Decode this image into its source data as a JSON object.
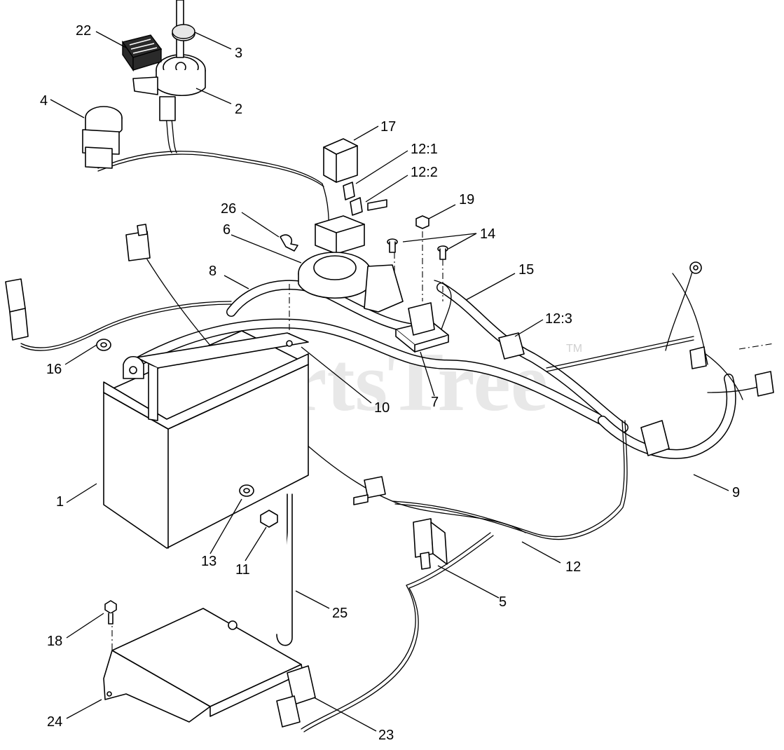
{
  "watermark": {
    "text": "PartsTree",
    "mark": "TM"
  },
  "callouts": {
    "c1": "1",
    "c2": "2",
    "c3": "3",
    "c4": "4",
    "c5": "5",
    "c6": "6",
    "c7": "7",
    "c8": "8",
    "c9": "9",
    "c10": "10",
    "c11": "11",
    "c12": "12",
    "c12_1": "12:1",
    "c12_2": "12:2",
    "c12_3": "12:3",
    "c13": "13",
    "c14": "14",
    "c15": "15",
    "c16": "16",
    "c17": "17",
    "c18": "18",
    "c19": "19",
    "c22": "22",
    "c23": "23",
    "c24": "24",
    "c25": "25",
    "c26": "26"
  }
}
